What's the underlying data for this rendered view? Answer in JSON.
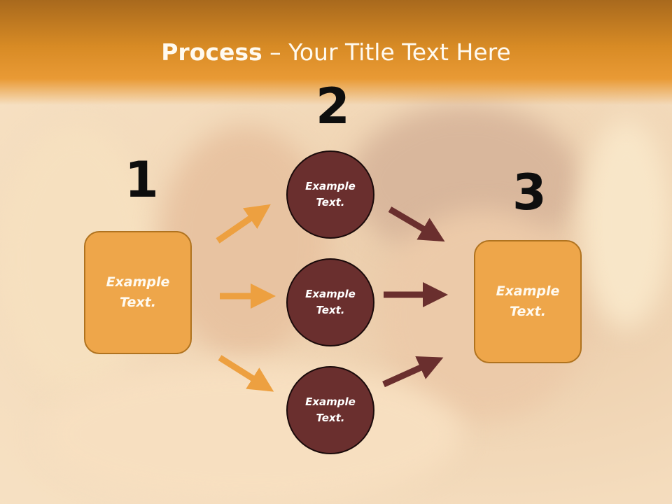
{
  "title": {
    "bold": "Process",
    "rest": " – Your Title Text Here"
  },
  "steps": {
    "one": "1",
    "two": "2",
    "three": "3"
  },
  "left_box": {
    "line1": "Example",
    "line2": "Text."
  },
  "right_box": {
    "line1": "Example",
    "line2": "Text."
  },
  "circles": [
    {
      "line1": "Example",
      "line2": "Text."
    },
    {
      "line1": "Example",
      "line2": "Text."
    },
    {
      "line1": "Example",
      "line2": "Text."
    }
  ],
  "colors": {
    "header": "#e99a35",
    "box": "#eea64a",
    "circle": "#6a2f2e",
    "orange_arrow": "#eda040",
    "dark_arrow": "#6a2f2e"
  }
}
